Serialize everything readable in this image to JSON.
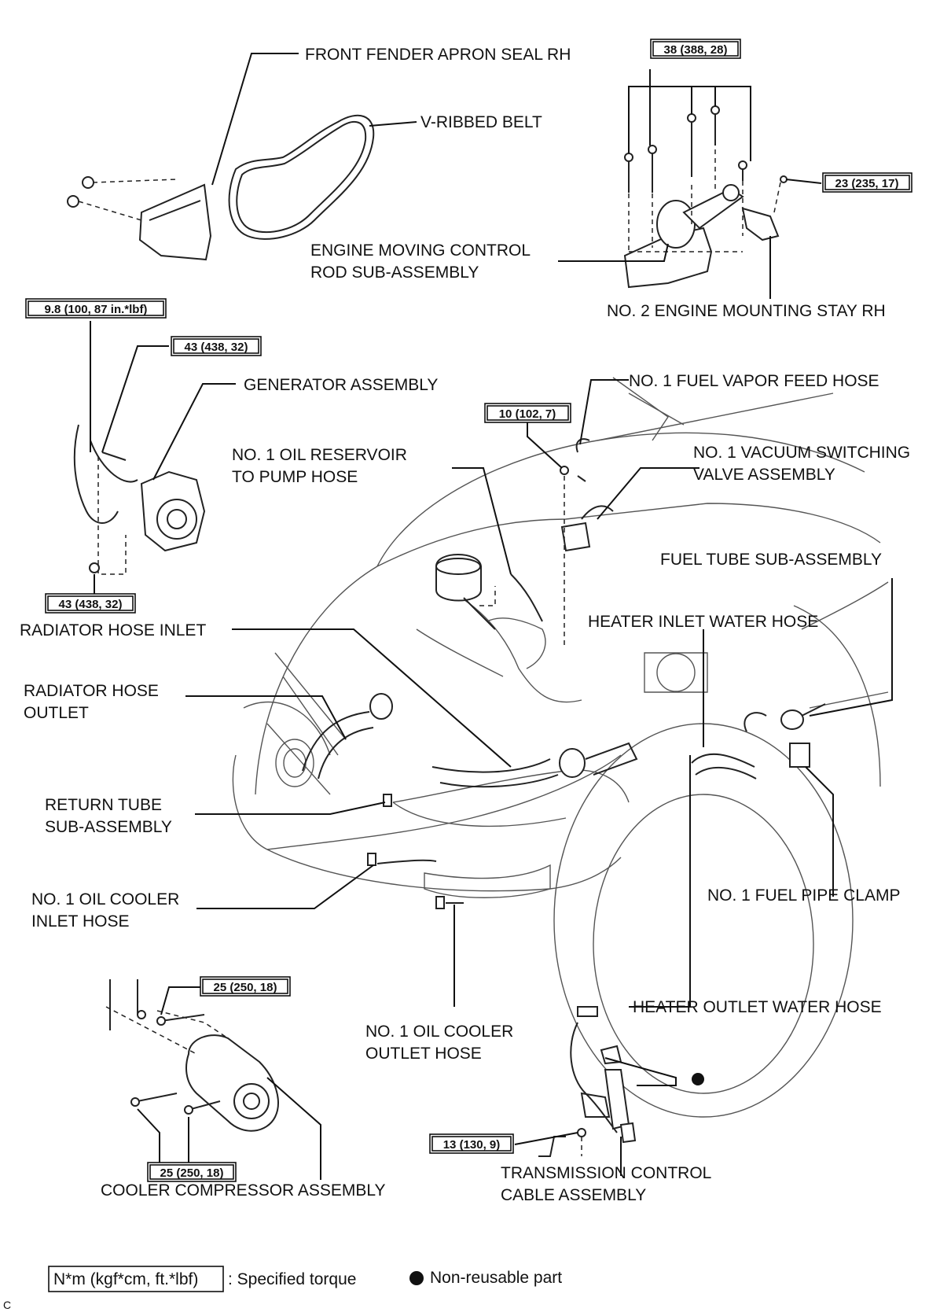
{
  "labels": {
    "front_fender_apron_seal_rh": "FRONT FENDER APRON SEAL RH",
    "v_ribbed_belt": "V-RIBBED BELT",
    "engine_moving_control_rod_line1": "ENGINE MOVING CONTROL",
    "engine_moving_control_rod_line2": "ROD SUB-ASSEMBLY",
    "no2_engine_mounting_stay_rh": "NO. 2 ENGINE MOUNTING STAY RH",
    "generator_assembly": "GENERATOR ASSEMBLY",
    "no1_fuel_vapor_feed_hose": "NO. 1 FUEL VAPOR FEED HOSE",
    "no1_oil_reservoir_line1": "NO. 1 OIL RESERVOIR",
    "no1_oil_reservoir_line2": "TO PUMP HOSE",
    "no1_vacuum_switching_line1": "NO. 1 VACUUM SWITCHING",
    "no1_vacuum_switching_line2": "VALVE ASSEMBLY",
    "fuel_tube_sub_assembly": "FUEL TUBE SUB-ASSEMBLY",
    "radiator_hose_inlet": "RADIATOR HOSE INLET",
    "heater_inlet_water_hose": "HEATER INLET WATER HOSE",
    "radiator_hose_outlet_line1": "RADIATOR HOSE",
    "radiator_hose_outlet_line2": "OUTLET",
    "return_tube_line1": "RETURN TUBE",
    "return_tube_line2": "SUB-ASSEMBLY",
    "no1_fuel_pipe_clamp": "NO. 1 FUEL PIPE CLAMP",
    "no1_oil_cooler_inlet_line1": "NO. 1 OIL COOLER",
    "no1_oil_cooler_inlet_line2": "INLET HOSE",
    "heater_outlet_water_hose": "HEATER OUTLET WATER HOSE",
    "no1_oil_cooler_outlet_line1": "NO. 1 OIL COOLER",
    "no1_oil_cooler_outlet_line2": "OUTLET HOSE",
    "cooler_compressor_assembly": "COOLER COMPRESSOR ASSEMBLY",
    "transmission_control_line1": "TRANSMISSION CONTROL",
    "transmission_control_line2": "CABLE ASSEMBLY"
  },
  "torques": {
    "mount_bolts": "38 (388, 28)",
    "mount_nut": "23 (235, 17)",
    "generator_top": "9.8 (100, 87 in.*lbf)",
    "generator_bolt": "43 (438, 32)",
    "generator_lower": "43 (438, 32)",
    "vsv_bolt": "10 (102, 7)",
    "compressor_top": "25 (250, 18)",
    "compressor_bottom": "25 (250, 18)",
    "cable_nut": "13 (130, 9)"
  },
  "legend": {
    "torque_format": "N*m (kgf*cm, ft.*lbf)",
    "torque_text": ": Specified torque",
    "nonreusable_text": "Non-reusable part"
  },
  "corner_mark": "C"
}
